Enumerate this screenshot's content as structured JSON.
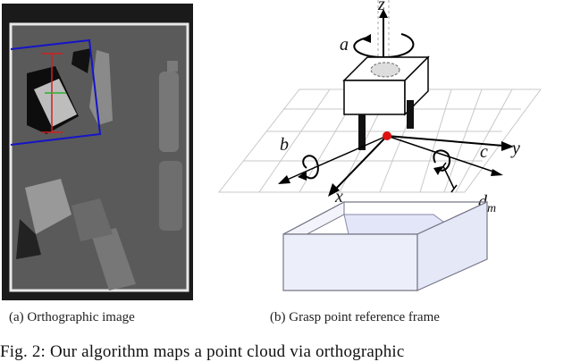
{
  "figure": {
    "caption_a": "(a) Orthographic image",
    "caption_b": "(b) Grasp point reference frame",
    "body_text": "Fig. 2: Our algorithm maps a point cloud via orthographic",
    "axis_labels": {
      "z": "z",
      "y": "y",
      "x": "x"
    },
    "rotation_labels": {
      "a": "a",
      "b": "b",
      "c": "c"
    },
    "distance_label": {
      "d": "d",
      "sub": "m"
    },
    "colors": {
      "bounding_box": "#1515c8",
      "grasp_marker": "#d02020",
      "grasp_point": "#e01010",
      "bin_fill": "#eceffa",
      "bin_stroke": "#777788",
      "grid": "#c8c8c8",
      "depth_background": "#5a5a5a"
    }
  }
}
